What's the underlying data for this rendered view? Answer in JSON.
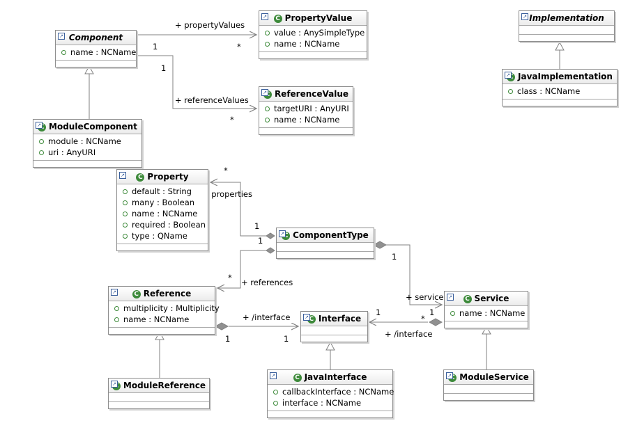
{
  "classes": {
    "component": {
      "name": "Component",
      "attrs": [
        "name : NCName"
      ]
    },
    "propertyvalue": {
      "name": "PropertyValue",
      "attrs": [
        "value : AnySimpleType",
        "name : NCName"
      ]
    },
    "referencevalue": {
      "name": "ReferenceValue",
      "attrs": [
        "targetURI : AnyURI",
        "name : NCName"
      ]
    },
    "modulecomponent": {
      "name": "ModuleComponent",
      "attrs": [
        "module : NCName",
        "uri : AnyURI"
      ]
    },
    "implementation": {
      "name": "Implementation",
      "attrs": []
    },
    "javaimplementation": {
      "name": "JavaImplementation",
      "attrs": [
        "class : NCName"
      ]
    },
    "property": {
      "name": "Property",
      "attrs": [
        "default : String",
        "many : Boolean",
        "name : NCName",
        "required : Boolean",
        "type : QName"
      ]
    },
    "componenttype": {
      "name": "ComponentType",
      "attrs": []
    },
    "reference": {
      "name": "Reference",
      "attrs": [
        "multiplicity : Multiplicity",
        "name : NCName"
      ]
    },
    "interface": {
      "name": "Interface",
      "attrs": []
    },
    "service": {
      "name": "Service",
      "attrs": [
        "name : NCName"
      ]
    },
    "modulereference": {
      "name": "ModuleReference",
      "attrs": []
    },
    "javainterface": {
      "name": "JavaInterface",
      "attrs": [
        "callbackInterface : NCName",
        "interface : NCName"
      ]
    },
    "moduleservice": {
      "name": "ModuleService",
      "attrs": []
    }
  },
  "associations": {
    "property_values": {
      "role": "+ propertyValues",
      "src_mult": "1",
      "dst_mult": "*"
    },
    "reference_values": {
      "role": "+ referenceValues",
      "src_mult": "1",
      "dst_mult": "*"
    },
    "properties": {
      "role": "+ properties",
      "src_mult": "1",
      "dst_mult": "*"
    },
    "references": {
      "role": "+ references",
      "src_mult": "1",
      "dst_mult": "*"
    },
    "services": {
      "role": "+ services",
      "src_mult": "1",
      "dst_mult": "*"
    },
    "ref_interface": {
      "role": "+ /interface",
      "src_mult": "1",
      "dst_mult": "1"
    },
    "svc_interface": {
      "role": "+ /interface",
      "src_mult": "1",
      "dst_mult": "1"
    }
  },
  "colors": {
    "class_icon": "#3d8a3a",
    "border": "#8c8c8c",
    "line": "#808080",
    "diamond": "#909090"
  }
}
